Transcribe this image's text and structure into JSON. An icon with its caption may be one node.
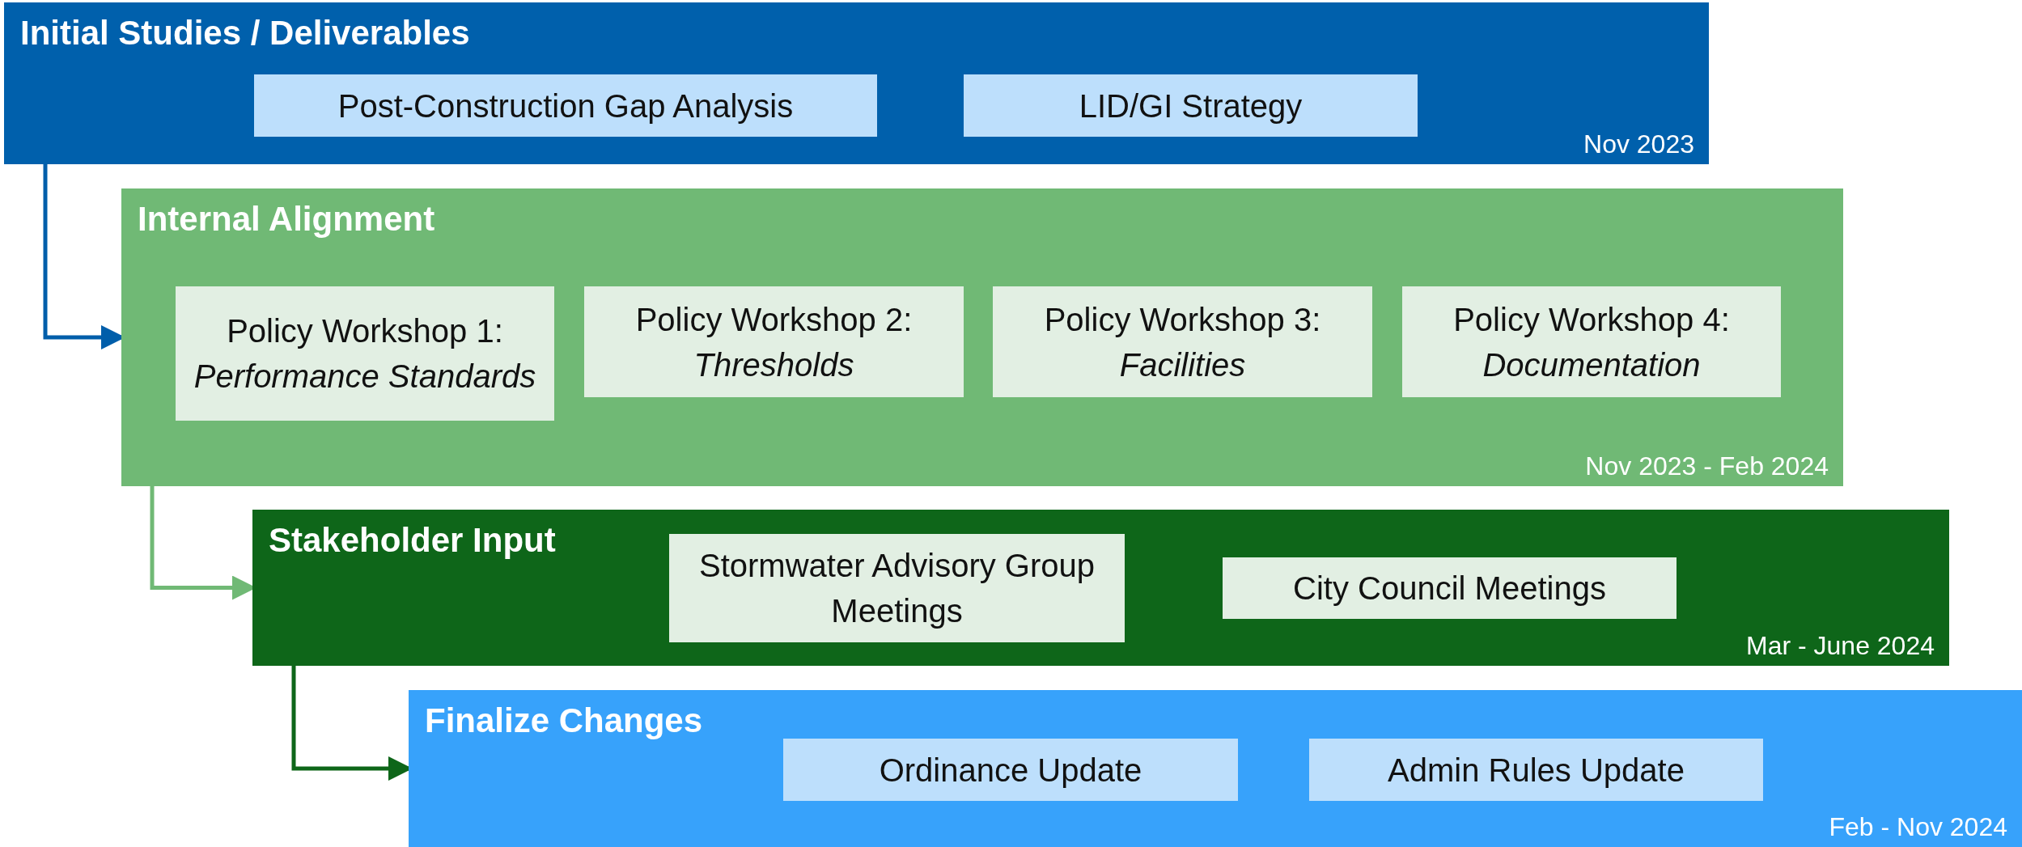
{
  "diagram": {
    "nodes": [
      {
        "text": [
          "Initial Studies / Deliverables",
          "Nov 2023"
        ]
      },
      {
        "text": [
          "Post-Construction Gap Analysis"
        ],
        "in": 0
      },
      {
        "text": [
          "LID/GI Strategy"
        ],
        "in": 0
      },
      {
        "text": [
          "Internal Alignment",
          "Nov 2023 - Feb 2024"
        ]
      },
      {
        "text": [
          "Policy Workshop 1: *Performance Standards*"
        ],
        "in": 3
      },
      {
        "text": [
          "Policy Workshop 2: *Thresholds*"
        ],
        "in": 3
      },
      {
        "text": [
          "Policy Workshop 3: *Facilities*"
        ],
        "in": 3
      },
      {
        "text": [
          "Policy Workshop 4: *Documentation*"
        ],
        "in": 3
      },
      {
        "text": [
          "Stakeholder Input",
          "Mar - June 2024"
        ]
      },
      {
        "text": [
          "Stormwater Advisory Group Meetings"
        ],
        "in": 8
      },
      {
        "text": [
          "City Council Meetings"
        ],
        "in": 8
      },
      {
        "text": [
          "Finalize Changes",
          "Feb - Nov 2024"
        ]
      },
      {
        "text": [
          "Ordinance Update"
        ],
        "in": 11
      },
      {
        "text": [
          "Admin Rules Update"
        ],
        "in": 11
      }
    ],
    "edges": [
      {
        "from": 0,
        "to": 3,
        "arrow": "to",
        "color": "#005eaa"
      },
      {
        "from": 3,
        "to": 8,
        "arrow": "to",
        "color": "#70b975"
      },
      {
        "from": 8,
        "to": 11,
        "arrow": "to",
        "color": "#0e6619"
      }
    ]
  }
}
